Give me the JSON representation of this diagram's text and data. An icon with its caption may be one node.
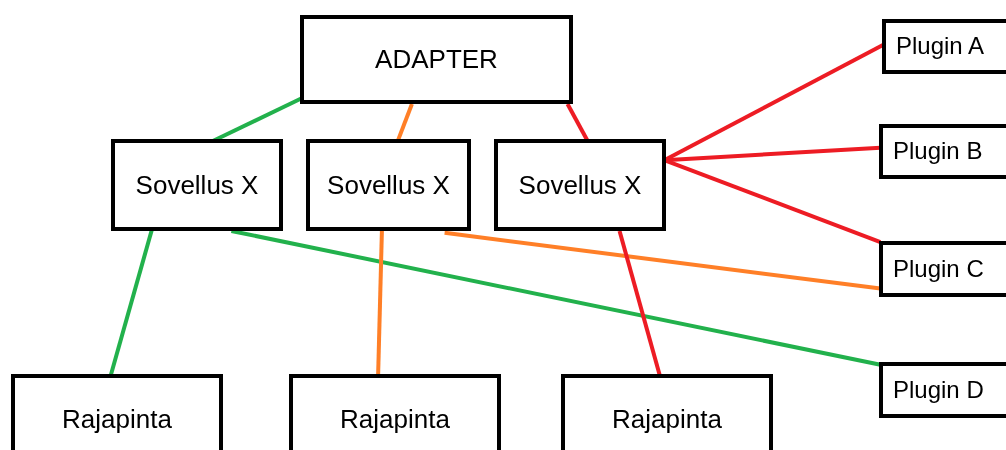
{
  "diagram": {
    "nodes": [
      {
        "text": [
          "ADAPTER"
        ]
      },
      {
        "text": [
          "Sovellus X"
        ]
      },
      {
        "text": [
          "Sovellus X"
        ]
      },
      {
        "text": [
          "Sovellus X"
        ]
      },
      {
        "text": [
          "Plugin A"
        ]
      },
      {
        "text": [
          "Plugin B"
        ]
      },
      {
        "text": [
          "Plugin C"
        ]
      },
      {
        "text": [
          "Plugin D"
        ]
      },
      {
        "text": [
          "Rajapinta"
        ]
      },
      {
        "text": [
          "Rajapinta"
        ]
      },
      {
        "text": [
          "Rajapinta"
        ]
      }
    ],
    "edges": [
      {
        "from": 0,
        "to": 1,
        "arrow": "none",
        "color": "#22b14c"
      },
      {
        "from": 0,
        "to": 2,
        "arrow": "none",
        "color": "#ff7f27"
      },
      {
        "from": 0,
        "to": 3,
        "arrow": "none"
      },
      {
        "from": 3,
        "to": 4,
        "arrow": "none"
      },
      {
        "from": 3,
        "to": 5,
        "arrow": "none"
      },
      {
        "from": 3,
        "to": 6,
        "arrow": "none"
      },
      {
        "from": 2,
        "to": 6,
        "arrow": "none",
        "color": "#ff7f27"
      },
      {
        "from": 1,
        "to": 7,
        "arrow": "none",
        "color": "#22b14c"
      },
      {
        "from": 1,
        "to": 8,
        "arrow": "none",
        "color": "#22b14c"
      },
      {
        "from": 2,
        "to": 9,
        "arrow": "none",
        "color": "#ff7f27"
      },
      {
        "from": 3,
        "to": 10,
        "arrow": "none"
      }
    ]
  }
}
